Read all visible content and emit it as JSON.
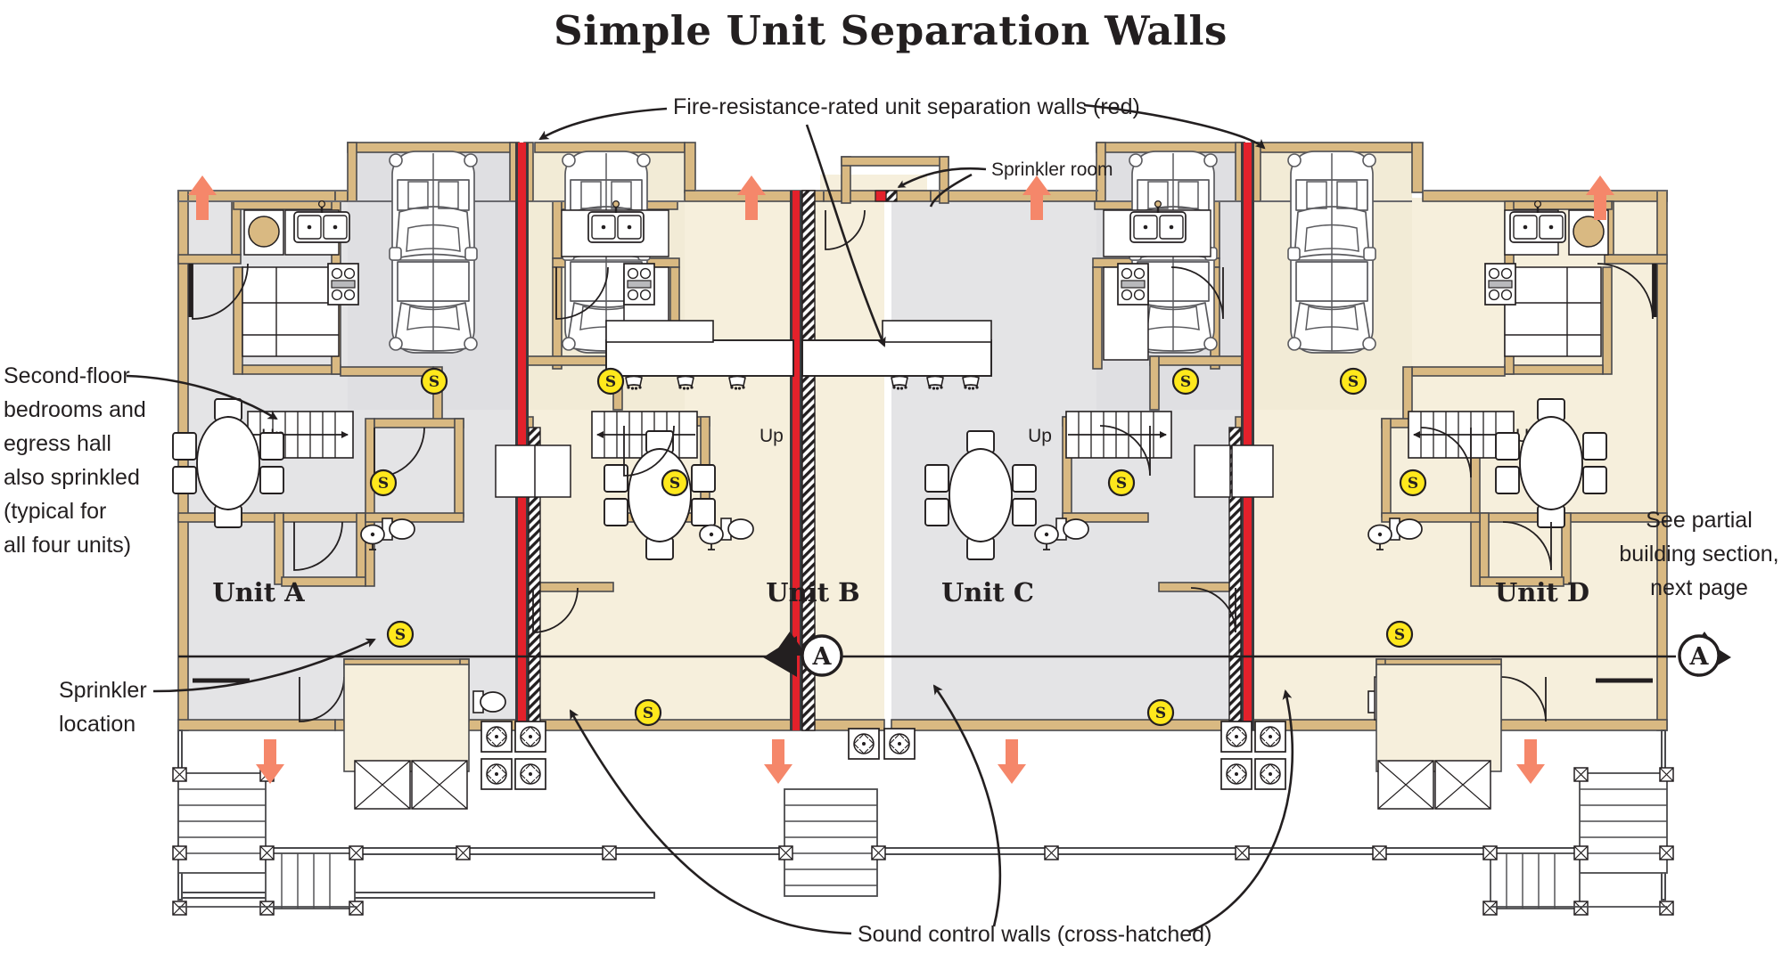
{
  "title": "Simple Unit Separation Walls",
  "colors": {
    "wall": "#D9B982",
    "wall_stroke": "#6b5a33",
    "fill_gray": "#E4E4E6",
    "fill_cream": "#F6EFDC",
    "fire_wall_red": "#E3212B",
    "sprinkler_yellow": "#FFE81C",
    "arrow_salmon": "#F5876A",
    "ink": "#231f20",
    "page_bg": "#FFFFFF"
  },
  "annotations": {
    "fire_wall": "Fire-resistance-rated unit separation walls (red)",
    "sprinkler_room": "Sprinkler room",
    "second_floor": "Second-floor bedrooms and egress hall also sprinkled (typical for all four units)",
    "second_floor_lines": [
      "Second-floor",
      "bedrooms and",
      "egress hall",
      "also sprinkled",
      "(typical for",
      "all four units)"
    ],
    "sprinkler_location": "Sprinkler location",
    "sprinkler_location_lines": [
      "Sprinkler",
      "location"
    ],
    "see_section": "See partial building section, next page",
    "see_section_lines": [
      "See partial",
      "building section,",
      "next page"
    ],
    "sound_walls": "Sound control walls (cross-hatched)"
  },
  "units": [
    {
      "id": "A",
      "label": "Unit A",
      "fill": "gray"
    },
    {
      "id": "B",
      "label": "Unit B",
      "fill": "cream"
    },
    {
      "id": "C",
      "label": "Unit C",
      "fill": "gray"
    },
    {
      "id": "D",
      "label": "Unit D",
      "fill": "cream"
    }
  ],
  "stair_labels": [
    {
      "text": "Up",
      "side": "left"
    },
    {
      "text": "Up",
      "side": "right"
    },
    {
      "text": "Up",
      "side": "left"
    },
    {
      "text": "Up",
      "side": "right"
    }
  ],
  "section_markers": [
    {
      "label": "A",
      "side": "left"
    },
    {
      "label": "A",
      "side": "right"
    }
  ],
  "sprinkler_symbol_letter": "S",
  "sprinkler_count": 12,
  "legend_icons": {
    "sprinkler": "sprinkler-icon",
    "section_marker": "section-marker-icon",
    "up_arrow": "up-arrow-icon",
    "down_arrow": "down-arrow-icon"
  }
}
